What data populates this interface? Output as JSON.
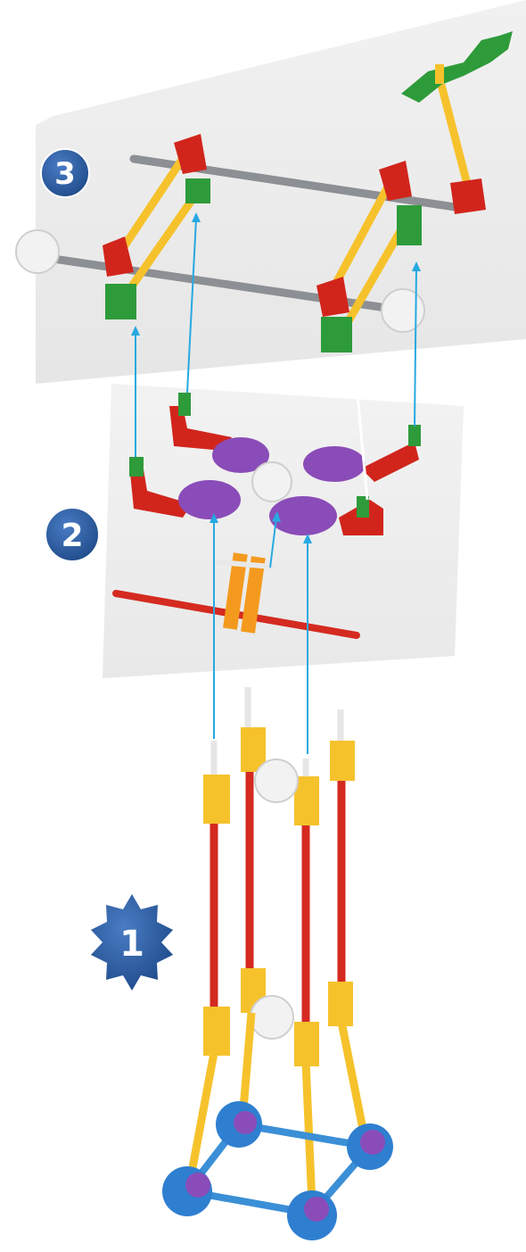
{
  "steps": [
    {
      "number": "3"
    },
    {
      "number": "2"
    },
    {
      "number": "1"
    }
  ],
  "colors": {
    "badge_blue": "#2a5a9e",
    "arrow_blue": "#27a9e1",
    "arrow_white": "#ffffff",
    "rod_red": "#d42a20",
    "rod_yellow": "#f6c22c",
    "rod_grey": "#8c8f93",
    "rod_blue": "#3b8fd6",
    "connector_green": "#2e9b3a",
    "connector_red": "#d1251c",
    "connector_purple": "#8a4cb8",
    "connector_white": "#f2f2f2",
    "connector_blue": "#2f7fd0",
    "connector_orange": "#f39a1e",
    "panel_grey": "#ececec"
  }
}
